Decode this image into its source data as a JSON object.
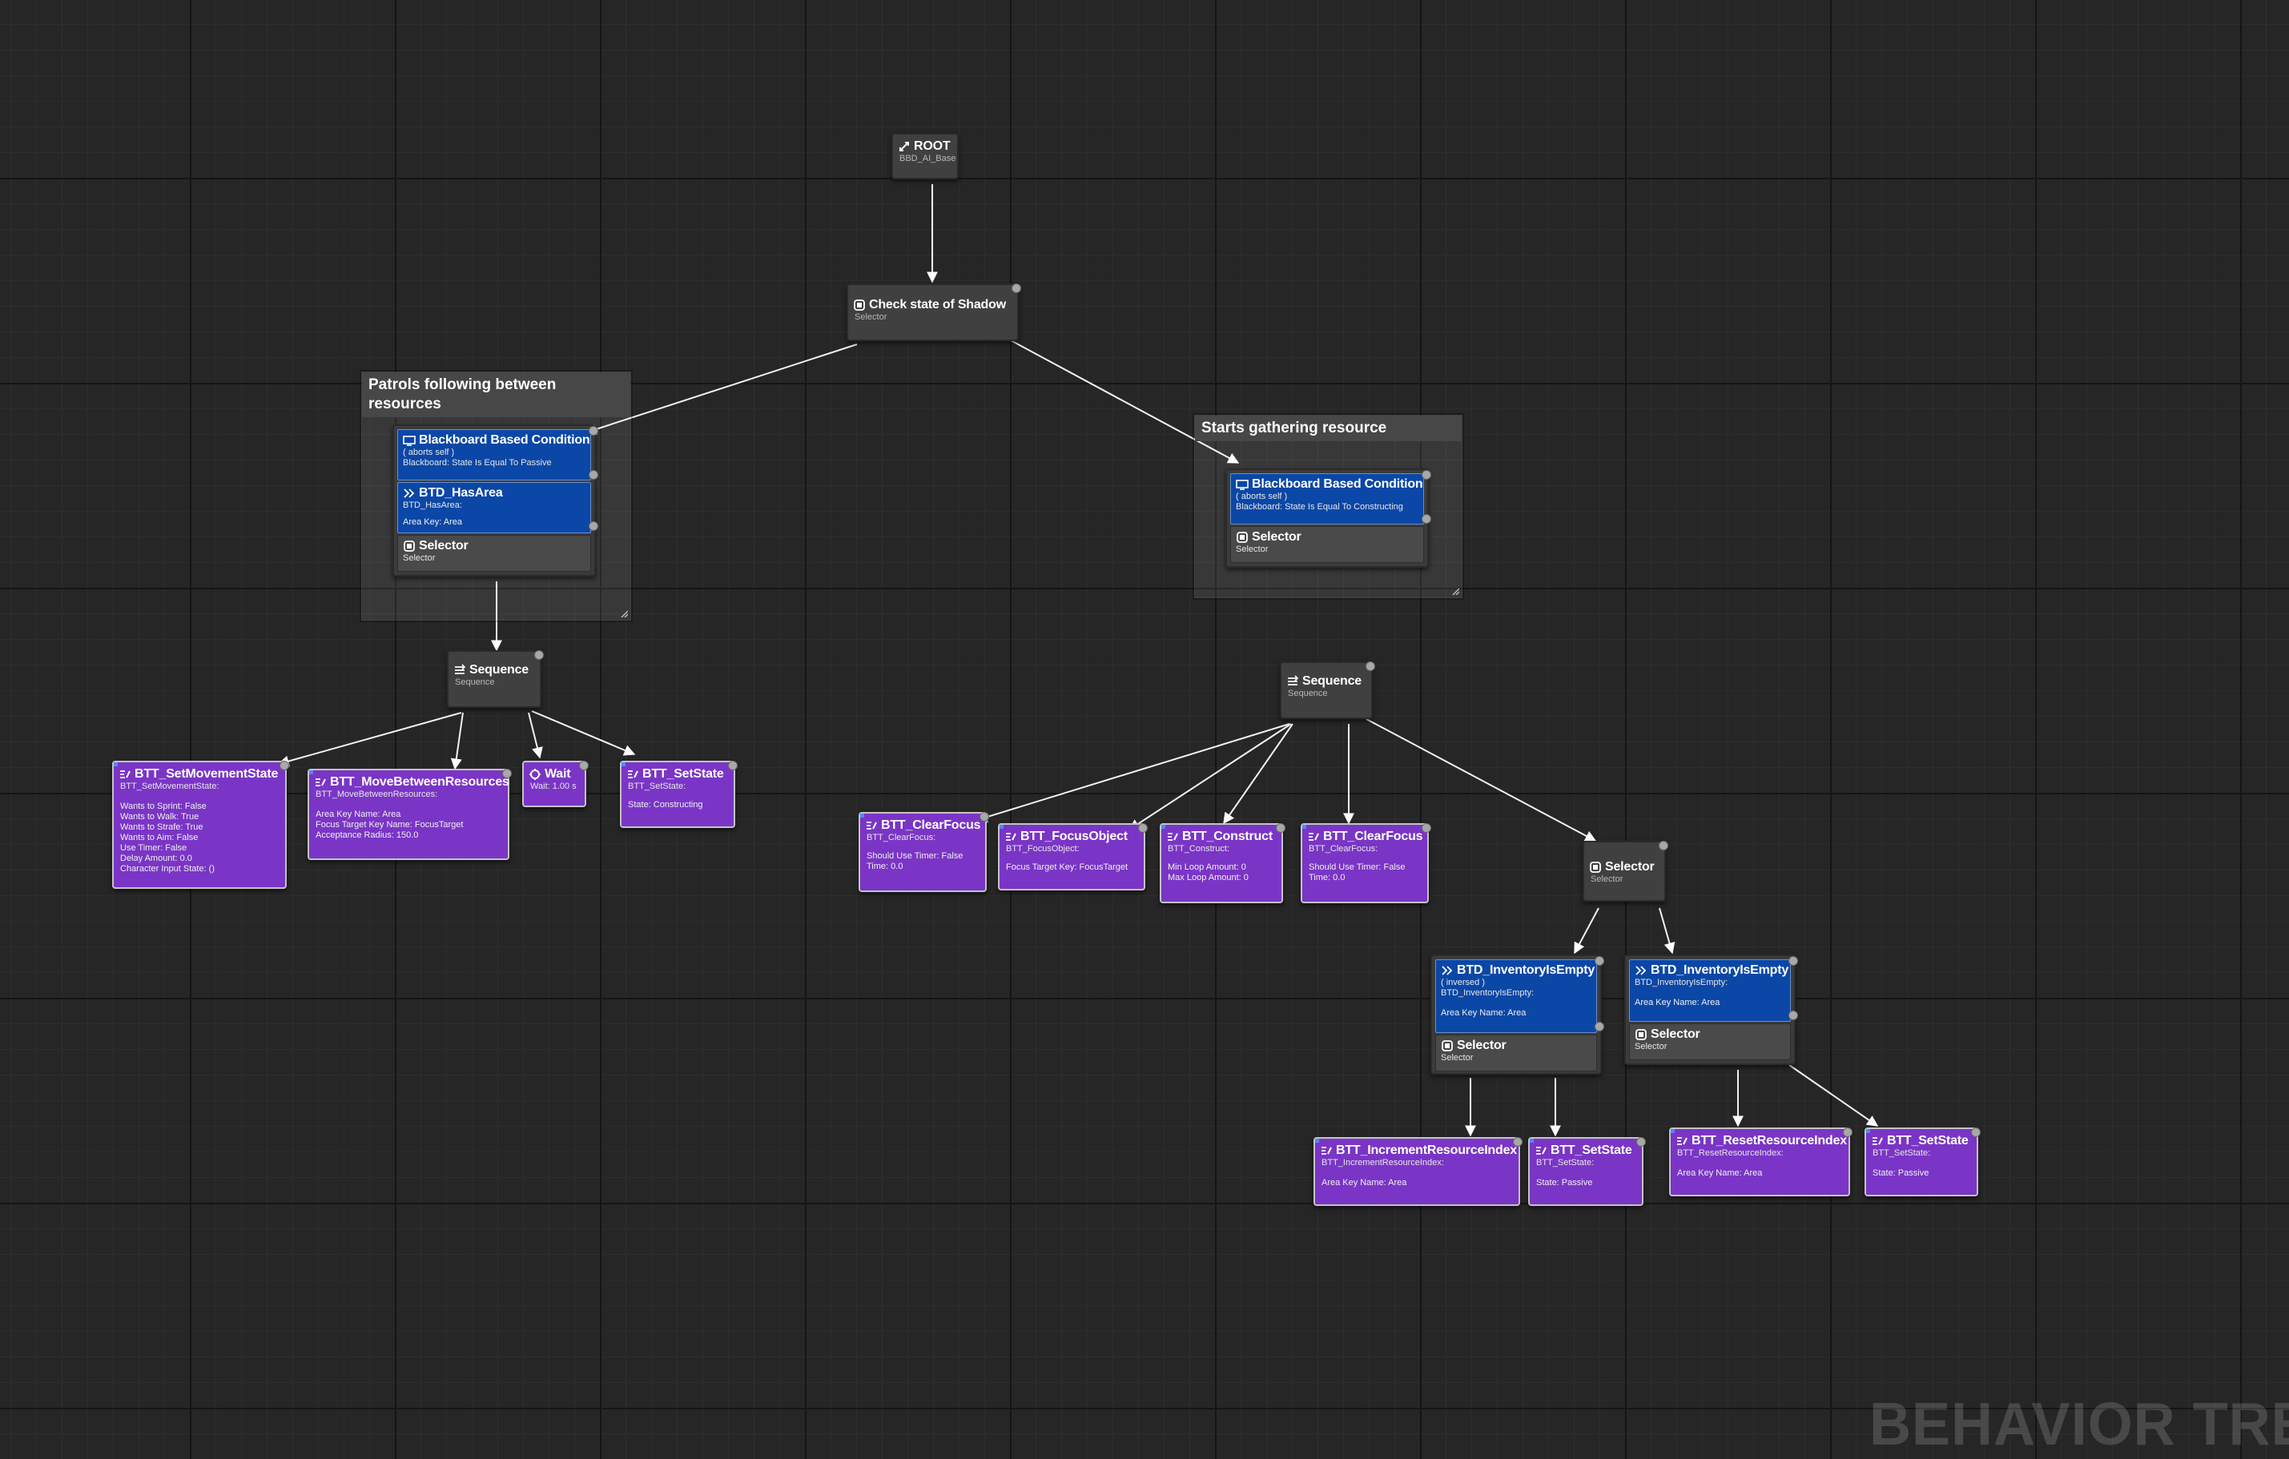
{
  "watermark": "BEHAVIOR TREE",
  "comments": {
    "patrols": "Patrols following between resources",
    "gathering": "Starts gathering resource"
  },
  "nodes": {
    "root": {
      "title": "ROOT",
      "sub": "BBD_AI_Base"
    },
    "check_state": {
      "title": "Check state of Shadow",
      "sub": "Selector"
    },
    "left_selector": {
      "decorators": [
        {
          "title": "Blackboard Based Condition",
          "aborts": "( aborts self )",
          "sub": "Blackboard: State Is Equal To Passive"
        },
        {
          "title": "BTD_HasArea",
          "sub": "BTD_HasArea:",
          "params": [
            "Area Key: Area"
          ]
        }
      ],
      "title": "Selector",
      "sub": "Selector"
    },
    "right_selector": {
      "decorators": [
        {
          "title": "Blackboard Based Condition",
          "aborts": "( aborts self )",
          "sub": "Blackboard: State Is Equal To Constructing"
        }
      ],
      "title": "Selector",
      "sub": "Selector"
    },
    "left_sequence": {
      "title": "Sequence",
      "sub": "Sequence"
    },
    "right_sequence": {
      "title": "Sequence",
      "sub": "Sequence"
    },
    "set_movement_state": {
      "title": "BTT_SetMovementState",
      "sub": "BTT_SetMovementState:",
      "params": [
        "Wants to Sprint: False",
        "Wants to Walk: True",
        "Wants to Strafe: True",
        "Wants to Aim: False",
        "Use Timer: False",
        "Delay Amount: 0.0",
        "Character Input State: ()"
      ]
    },
    "move_between_resources": {
      "title": "BTT_MoveBetweenResources",
      "sub": "BTT_MoveBetweenResources:",
      "params": [
        "Area Key Name: Area",
        "Focus Target Key Name: FocusTarget",
        "Acceptance Radius: 150.0"
      ]
    },
    "wait": {
      "title": "Wait",
      "sub": "Wait: 1.00 s"
    },
    "set_state_constructing": {
      "title": "BTT_SetState",
      "sub": "BTT_SetState:",
      "params": [
        "State: Constructing"
      ]
    },
    "clear_focus_1": {
      "title": "BTT_ClearFocus",
      "sub": "BTT_ClearFocus:",
      "params": [
        "Should Use Timer: False",
        "Time: 0.0"
      ]
    },
    "focus_object": {
      "title": "BTT_FocusObject",
      "sub": "BTT_FocusObject:",
      "params": [
        "Focus Target Key: FocusTarget"
      ]
    },
    "construct": {
      "title": "BTT_Construct",
      "sub": "BTT_Construct:",
      "params": [
        "Min Loop Amount: 0",
        "Max Loop Amount: 0"
      ]
    },
    "clear_focus_2": {
      "title": "BTT_ClearFocus",
      "sub": "BTT_ClearFocus:",
      "params": [
        "Should Use Timer: False",
        "Time: 0.0"
      ]
    },
    "inner_selector": {
      "title": "Selector",
      "sub": "Selector"
    },
    "inventory_empty_inversed": {
      "decorators": [
        {
          "title": "BTD_InventoryIsEmpty",
          "aborts": "( inversed )",
          "sub": "BTD_InventoryIsEmpty:",
          "params": [
            "Area Key Name: Area"
          ]
        }
      ],
      "title": "Selector",
      "sub": "Selector"
    },
    "inventory_empty": {
      "decorators": [
        {
          "title": "BTD_InventoryIsEmpty",
          "sub": "BTD_InventoryIsEmpty:",
          "params": [
            "Area Key Name: Area"
          ]
        }
      ],
      "title": "Selector",
      "sub": "Selector"
    },
    "increment_resource_index": {
      "title": "BTT_IncrementResourceIndex",
      "sub": "BTT_IncrementResourceIndex:",
      "params": [
        "Area Key Name: Area"
      ]
    },
    "set_state_passive_1": {
      "title": "BTT_SetState",
      "sub": "BTT_SetState:",
      "params": [
        "State: Passive"
      ]
    },
    "reset_resource_index": {
      "title": "BTT_ResetResourceIndex",
      "sub": "BTT_ResetResourceIndex:",
      "params": [
        "Area Key Name: Area"
      ]
    },
    "set_state_passive_2": {
      "title": "BTT_SetState",
      "sub": "BTT_SetState:",
      "params": [
        "State: Passive"
      ]
    }
  }
}
